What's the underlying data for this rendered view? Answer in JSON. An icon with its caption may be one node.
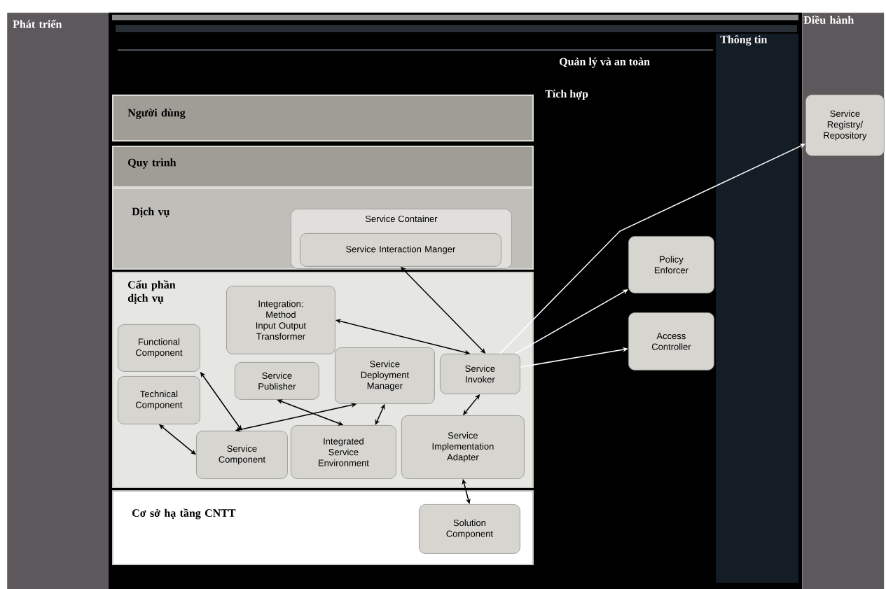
{
  "diagram": {
    "nodes": [
      {
        "text": [
          "Phát triển"
        ]
      },
      {
        "text": [
          "Người dùng"
        ]
      },
      {
        "text": [
          "Quy trình"
        ]
      },
      {
        "text": [
          "Dịch vụ"
        ]
      },
      {
        "text": [
          "Service Container"
        ],
        "in": 3
      },
      {
        "text": [
          "Service Interaction Manger"
        ],
        "in": 4
      },
      {
        "text": [
          "Cấu phần dịch vụ"
        ]
      },
      {
        "text": [
          "Integration: Method Input Output Transformer"
        ],
        "in": 6
      },
      {
        "text": [
          "Functional Component"
        ],
        "in": 6
      },
      {
        "text": [
          "Technical Component"
        ],
        "in": 6
      },
      {
        "text": [
          "Service Publisher"
        ],
        "in": 6
      },
      {
        "text": [
          "Service Deployment Manager"
        ],
        "in": 6
      },
      {
        "text": [
          "Service Invoker"
        ],
        "in": 6
      },
      {
        "text": [
          "Service Component"
        ],
        "in": 6
      },
      {
        "text": [
          "Integrated Service Environment"
        ],
        "in": 6
      },
      {
        "text": [
          "Service Implementation Adapter"
        ],
        "in": 6
      },
      {
        "text": [
          "Cơ sở hạ tầng CNTT"
        ]
      },
      {
        "text": [
          "Solution Component"
        ],
        "in": 16
      },
      {
        "text": [
          "Policy Enforcer"
        ]
      },
      {
        "text": [
          "Access Controller"
        ]
      },
      {
        "text": [
          "Điều hành"
        ]
      },
      {
        "text": [
          "Service Registry/ Repository"
        ],
        "in": 20
      }
    ],
    "edges": [
      {
        "from": 5,
        "to": 12,
        "arrow": "both"
      },
      {
        "from": 7,
        "to": 12,
        "arrow": "both"
      },
      {
        "from": 8,
        "to": 13,
        "arrow": "both"
      },
      {
        "from": 9,
        "to": 13,
        "arrow": "both"
      },
      {
        "from": 10,
        "to": 14,
        "arrow": "both"
      },
      {
        "from": 13,
        "to": 11,
        "arrow": "both"
      },
      {
        "from": 11,
        "to": 14,
        "arrow": "both"
      },
      {
        "from": 12,
        "to": 15,
        "arrow": "both"
      },
      {
        "from": 15,
        "to": 17,
        "arrow": "both"
      },
      {
        "from": 12,
        "to": 18,
        "arrow": "to",
        "color": "#ffffff"
      },
      {
        "from": 12,
        "to": 21,
        "arrow": "to",
        "color": "#ffffff"
      },
      {
        "from": 12,
        "to": 19,
        "arrow": "to",
        "color": "#ffffff"
      }
    ],
    "labels": [
      "Thông tin",
      "Quản lý và an toàn",
      "Tích hợp"
    ]
  }
}
